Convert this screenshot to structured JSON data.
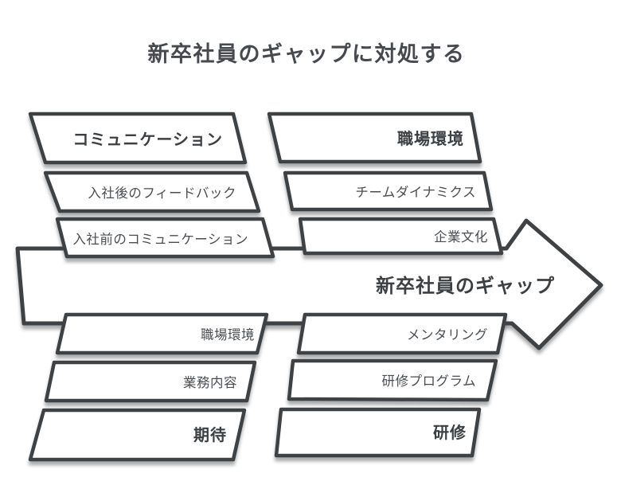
{
  "title": "新卒社員のギャップに対処する",
  "arrow": {
    "label": "新卒社員のギャップ"
  },
  "branches": {
    "top_left": {
      "category": "コミュニケーション",
      "items": [
        "入社後のフィードバック",
        "入社前のコミュニケーション"
      ]
    },
    "top_right": {
      "category": "職場環境",
      "items": [
        "チームダイナミクス",
        "企業文化"
      ]
    },
    "bottom_left": {
      "category": "期待",
      "items": [
        "職場環境",
        "業務内容"
      ]
    },
    "bottom_right": {
      "category": "研修",
      "items": [
        "メンタリング",
        "研修プログラム"
      ]
    }
  },
  "colors": {
    "outline": "#3f4245",
    "box_fill": "#ffffff",
    "category_text": "#3c4043",
    "item_text": "#4a4e52",
    "title_text": "#46494d",
    "background": "#ffffff"
  }
}
